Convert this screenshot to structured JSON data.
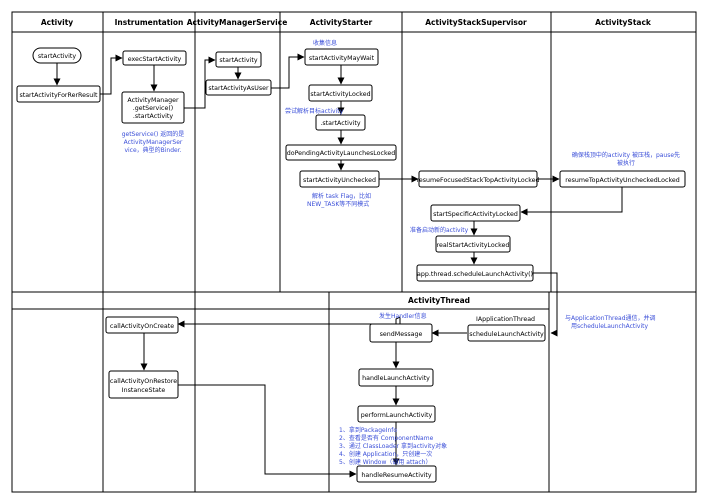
{
  "lanes": {
    "activity": "Activity",
    "instrumentation": "Instrumentation",
    "ams": "ActivityManagerService",
    "starter": "ActivityStarter",
    "supervisor": "ActivityStackSupervisor",
    "stack": "ActivityStack",
    "thread": "ActivityThread"
  },
  "nodes": {
    "start_activity": "startActivity",
    "start_for_result": "startActivityForRerResult",
    "exec_start": "execStartActivity",
    "am_l1": "ActivityManager",
    "am_l2": ".getService()",
    "am_l3": ".startActivity",
    "ams_start": "startActivity",
    "ams_start_as_user": "startActivityAsUser",
    "may_wait": "startActivityMayWait",
    "locked": "startActivityLocked",
    "dot_start": ".startActivity",
    "pending": "doPendingActivityLaunchesLocked",
    "unchecked": "startActivityUnchecked",
    "resume_focused": "resumeFocusedStackTopActivityLocked",
    "resume_top": "resumeTopActivityUncheckedLocked",
    "specific": "startSpecificActivityLocked",
    "real_start": "realStartActivityLocked",
    "schedule_app": "app.thread.scheduleLaunchActivity()",
    "schedule_launch": "scheduleLaunchActivity",
    "send_message": "sendMessage",
    "handle_launch": "handleLaunchActivity",
    "perform_launch": "performLaunchActivity",
    "handle_resume": "handleResumeActivity",
    "on_create": "callActivityOnCreate",
    "on_restore_l1": "callActivityOnRestore",
    "on_restore_l2": "InstanceState"
  },
  "notes": {
    "get_service_1": "getService() 返回的是",
    "get_service_2": "ActivityManagerSer",
    "get_service_3": "vice，典型的Binder.",
    "collect": "收集信息",
    "parse": "尝试解析目标activity",
    "flag_1": "解析 task Flag，比如",
    "flag_2": "NEW_TASK等不同模式",
    "stack_1": "确保栈顶中的activity 被压栈，pause先",
    "stack_2": "被执行",
    "prepare": "准备启动新的activity",
    "iapp_1": "与ApplicationThread通信，并调",
    "iapp_2": "用scheduleLaunchActivity",
    "iapp_label": "IApplicationThread",
    "handler": "发生Handler信息",
    "step_1": "1、拿到PackageInfo",
    "step_2": "2、查看是否有 ComponentName",
    "step_3": "3、通过 ClassLoader 拿到activity对象",
    "step_4": "4、创建 Application，只创建一次",
    "step_5": "5、创建 Window（调用 attach）"
  }
}
